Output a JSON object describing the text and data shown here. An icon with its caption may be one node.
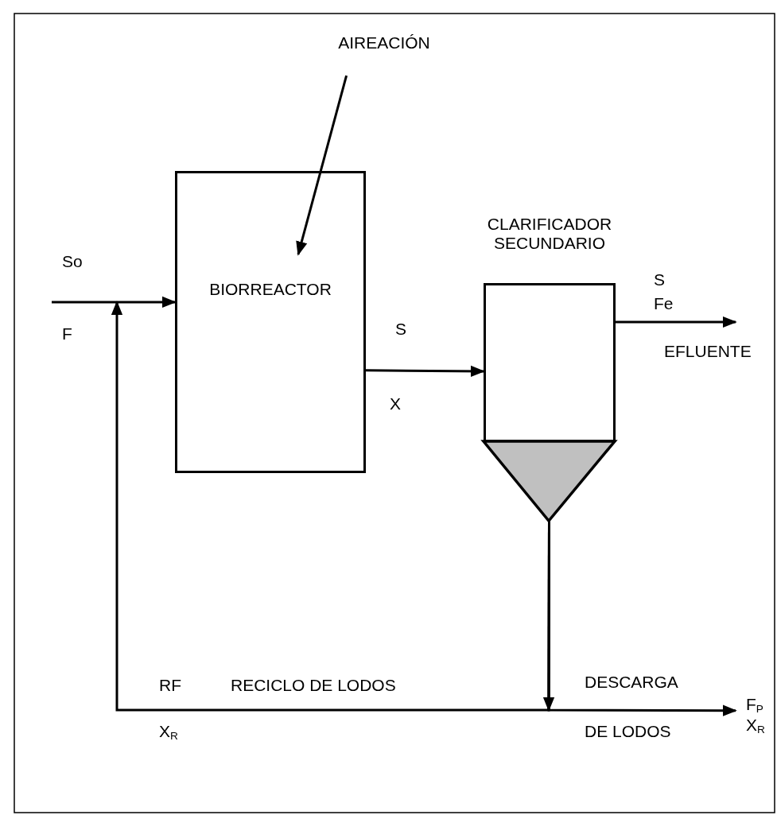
{
  "diagram": {
    "nodes": [
      {
        "text": [
          "AIREACIÓN"
        ]
      },
      {
        "text": [
          "BIORREACTOR"
        ]
      },
      {
        "text": [
          "CLARIFICADOR SECUNDARIO"
        ]
      },
      {
        "text": [],
        "shape": "triangle"
      },
      {
        "text": [
          "F$_{P}$",
          "X$_{R}$"
        ]
      }
    ],
    "edges": [
      {
        "from": null,
        "to": 1,
        "arrow": "to"
      },
      {
        "from": 0,
        "to": 1,
        "arrow": "to"
      },
      {
        "from": 1,
        "to": 2,
        "arrow": "to"
      },
      {
        "from": 2,
        "to": null,
        "arrow": "to"
      },
      {
        "from": 3,
        "to": null,
        "arrow": "to"
      },
      {
        "from": 3,
        "to": 4,
        "arrow": "to"
      }
    ],
    "labels": [
      "So",
      "S",
      "Fe",
      "F",
      "S",
      "EFLUENTE",
      "X",
      "RF",
      "RECICLO DE LODOS",
      "DESCARGA",
      "DE LODOS",
      "X$_{R}$"
    ]
  }
}
